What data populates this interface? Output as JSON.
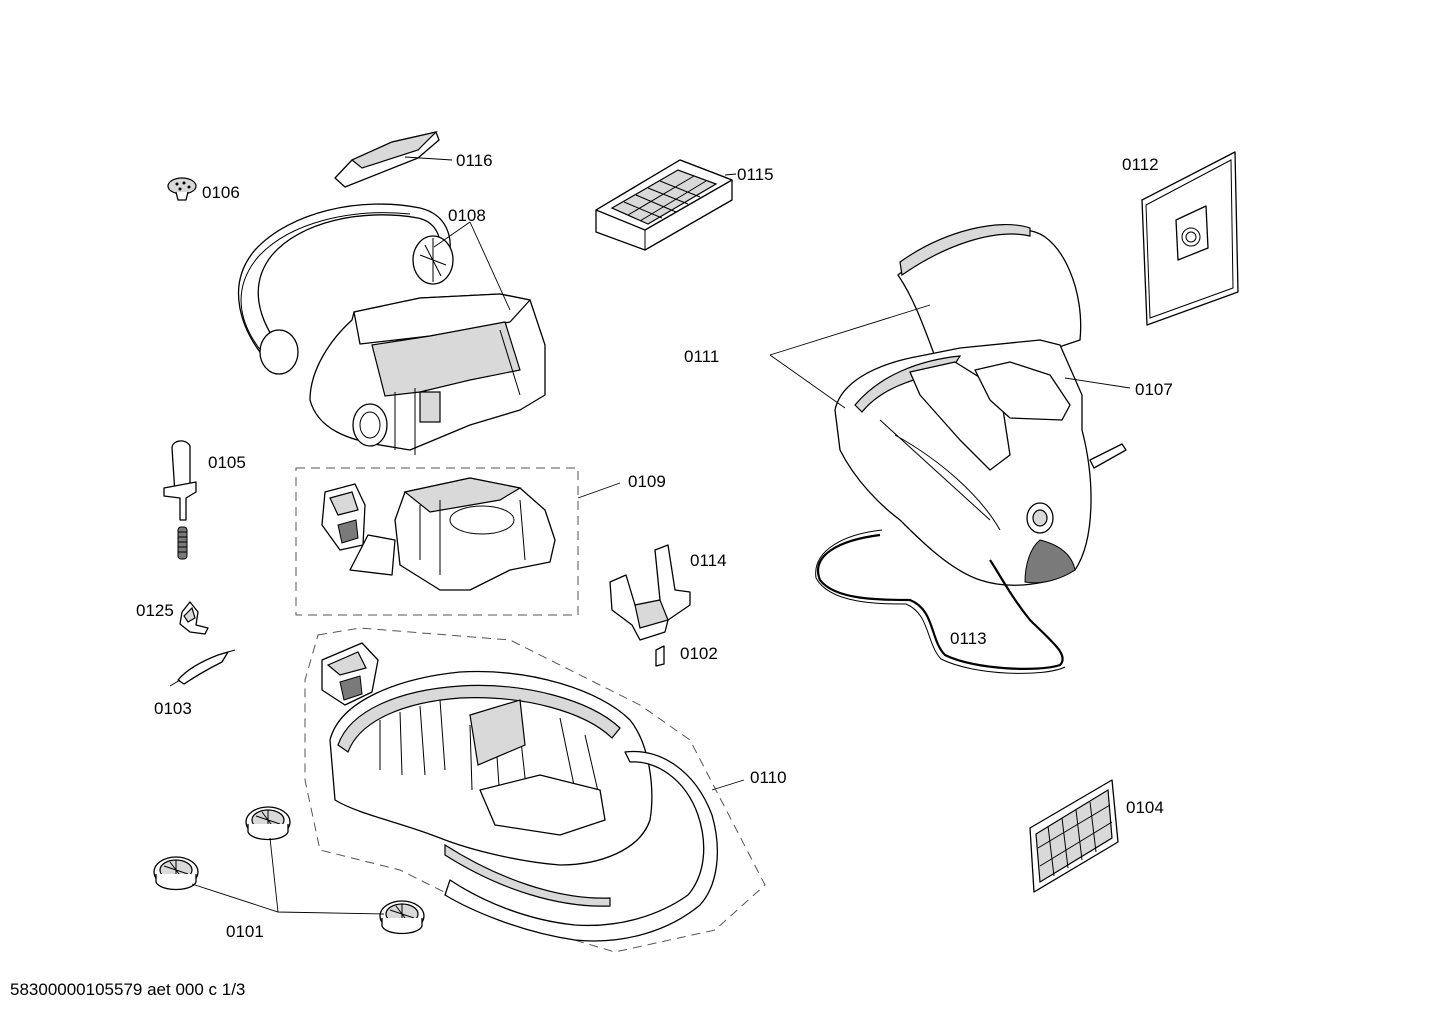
{
  "parts": [
    {
      "id": "0101",
      "label": "0101"
    },
    {
      "id": "0102",
      "label": "0102"
    },
    {
      "id": "0103",
      "label": "0103"
    },
    {
      "id": "0104",
      "label": "0104"
    },
    {
      "id": "0105",
      "label": "0105"
    },
    {
      "id": "0106",
      "label": "0106"
    },
    {
      "id": "0107",
      "label": "0107"
    },
    {
      "id": "0108",
      "label": "0108"
    },
    {
      "id": "0109",
      "label": "0109"
    },
    {
      "id": "0110",
      "label": "0110"
    },
    {
      "id": "0111",
      "label": "0111"
    },
    {
      "id": "0112",
      "label": "0112"
    },
    {
      "id": "0113",
      "label": "0113"
    },
    {
      "id": "0114",
      "label": "0114"
    },
    {
      "id": "0115",
      "label": "0115"
    },
    {
      "id": "0116",
      "label": "0116"
    },
    {
      "id": "0125",
      "label": "0125"
    }
  ],
  "footer": {
    "reference": "58300000105579 aet 000 c 1/3"
  }
}
